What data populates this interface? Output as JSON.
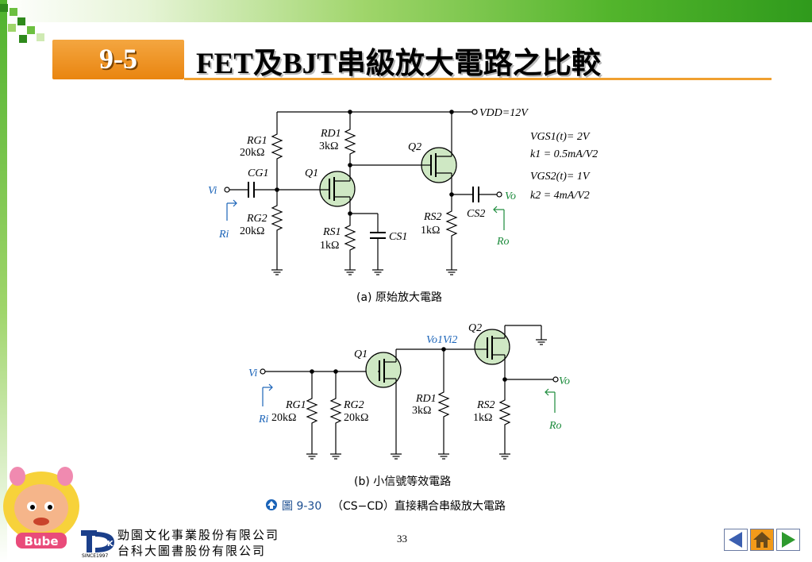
{
  "header": {
    "section_number": "9-5",
    "title": "FET及BJT串級放大電路之比較"
  },
  "figure": {
    "caption_a": "(a) 原始放大電路",
    "caption_b": "(b) 小信號等效電路",
    "figure_label": "圖 9-30",
    "figure_title": "（CS−CD）直接耦合串級放大電路",
    "params": {
      "vgs1": "VGS1(t)= 2V",
      "k1": "k1 = 0.5mA/V2",
      "vgs2": "VGS2(t)= 1V",
      "k2": "k2 = 4mA/V2"
    },
    "a": {
      "vdd": "VDD=12V",
      "rg1_name": "RG1",
      "rg1_val": "20kΩ",
      "rg2_name": "RG2",
      "rg2_val": "20kΩ",
      "rd1_name": "RD1",
      "rd1_val": "3kΩ",
      "rs1_name": "RS1",
      "rs1_val": "1kΩ",
      "rs2_name": "RS2",
      "rs2_val": "1kΩ",
      "cg1": "CG1",
      "cs1": "CS1",
      "cs2": "CS2",
      "q1": "Q1",
      "q2": "Q2",
      "vi": "Vi",
      "vo": "Vo",
      "ri": "Ri",
      "ro": "Ro"
    },
    "b": {
      "vi": "Vi",
      "vo": "Vo",
      "ri": "Ri",
      "ro": "Ro",
      "node": "Vo1Vi2",
      "q1": "Q1",
      "q2": "Q2",
      "rg1_name": "RG1",
      "rg1_val": "20kΩ",
      "rg2_name": "RG2",
      "rg2_val": "20kΩ",
      "rd1_name": "RD1",
      "rd1_val": "3kΩ",
      "rs2_name": "RS2",
      "rs2_val": "1kΩ"
    }
  },
  "footer": {
    "page_number": "33",
    "publisher_line1": "勁園文化事業股份有限公司",
    "publisher_line2": "台科大圖書股份有限公司",
    "since": "SINCE1997",
    "mascot_text": "Bube",
    "logo_text": "TK"
  },
  "nav": {
    "prev_icon": "left-triangle-icon",
    "home_icon": "home-icon",
    "next_icon": "right-triangle-icon"
  },
  "colors": {
    "accent_orange": "#e98510",
    "accent_green": "#53b52c",
    "transistor_fill": "#cfe8c4",
    "label_blue": "#1a63b8",
    "label_green": "#1a8a3a"
  }
}
